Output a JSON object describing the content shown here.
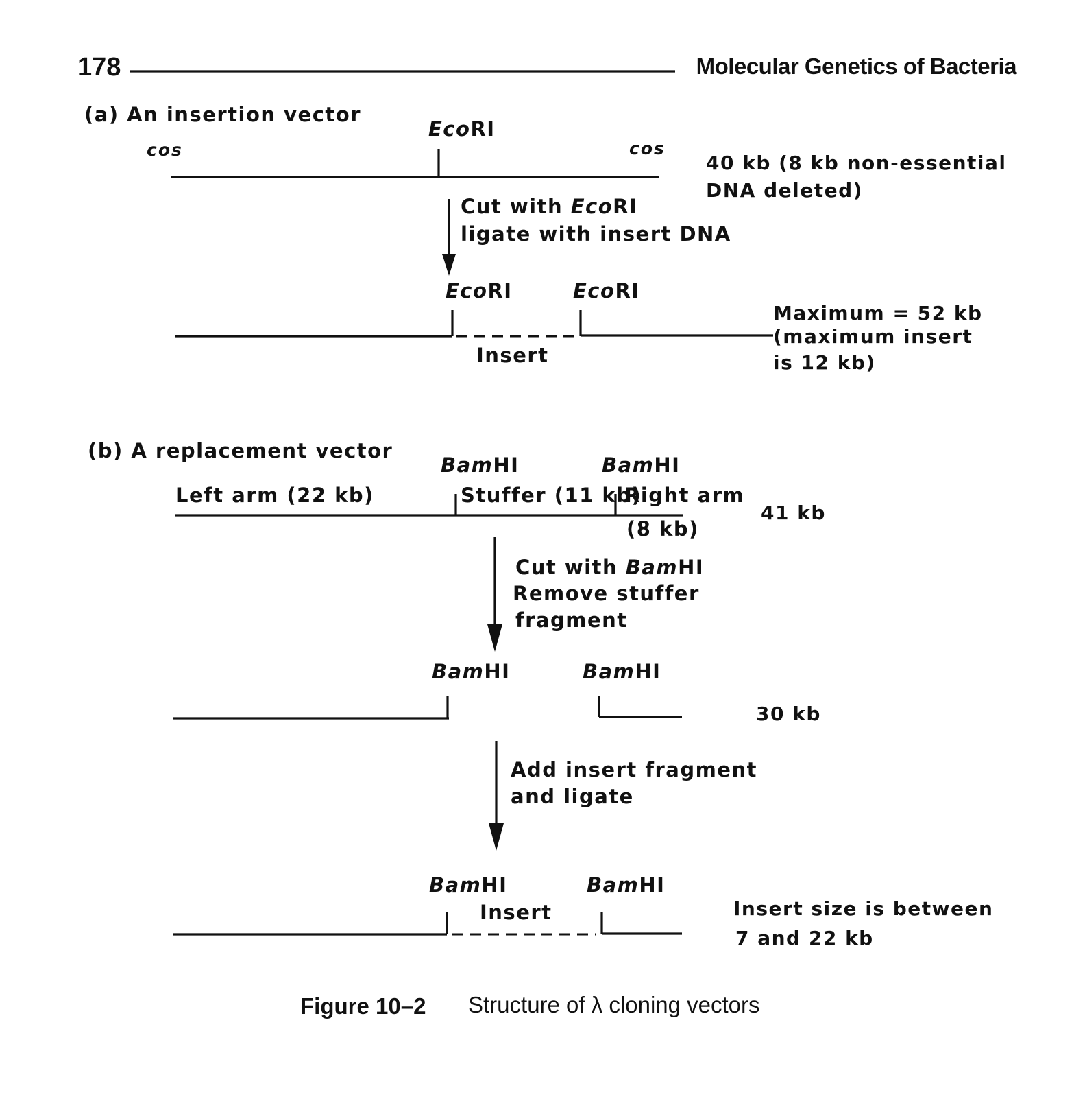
{
  "header": {
    "page_number": "178",
    "running_title": "Molecular Genetics of Bacteria"
  },
  "panel_a": {
    "title": "(a) An insertion vector",
    "site1_italic": "Eco",
    "site1_rest": "RI",
    "cos_left": "cos",
    "cos_right": "cos",
    "size_line1": "40 kb (8 kb non-essential",
    "size_line2": "DNA deleted)",
    "step_line1_pre": "Cut with ",
    "step_line1_italic": "Eco",
    "step_line1_rest": "RI",
    "step_line2": "ligate with insert DNA",
    "site2a_italic": "Eco",
    "site2a_rest": "RI",
    "site2b_italic": "Eco",
    "site2b_rest": "RI",
    "insert_label": "Insert",
    "max_line1": "Maximum = 52 kb",
    "max_line2": "(maximum insert",
    "max_line3": "is 12 kb)"
  },
  "panel_b": {
    "title": "(b) A replacement vector",
    "site1a_italic": "Bam",
    "site1a_rest": "HI",
    "site1b_italic": "Bam",
    "site1b_rest": "HI",
    "left_arm": "Left arm (22 kb)",
    "stuffer": "Stuffer (11 kb)",
    "right_arm_line1": "Right arm",
    "right_arm_line2": "(8 kb)",
    "size1": "41 kb",
    "step1_line1_pre": "Cut with ",
    "step1_line1_italic": "Bam",
    "step1_line1_rest": "HI",
    "step1_line2": "Remove stuffer",
    "step1_line3": "fragment",
    "site2a_italic": "Bam",
    "site2a_rest": "HI",
    "site2b_italic": "Bam",
    "site2b_rest": "HI",
    "size2": "30 kb",
    "step2_line1": "Add insert fragment",
    "step2_line2": "and ligate",
    "site3a_italic": "Bam",
    "site3a_rest": "HI",
    "site3b_italic": "Bam",
    "site3b_rest": "HI",
    "insert_label": "Insert",
    "insert_size_line1": "Insert size is between",
    "insert_size_line2": "7 and 22 kb"
  },
  "caption": {
    "figure_label": "Figure 10–2",
    "text": "Structure of λ cloning vectors"
  }
}
